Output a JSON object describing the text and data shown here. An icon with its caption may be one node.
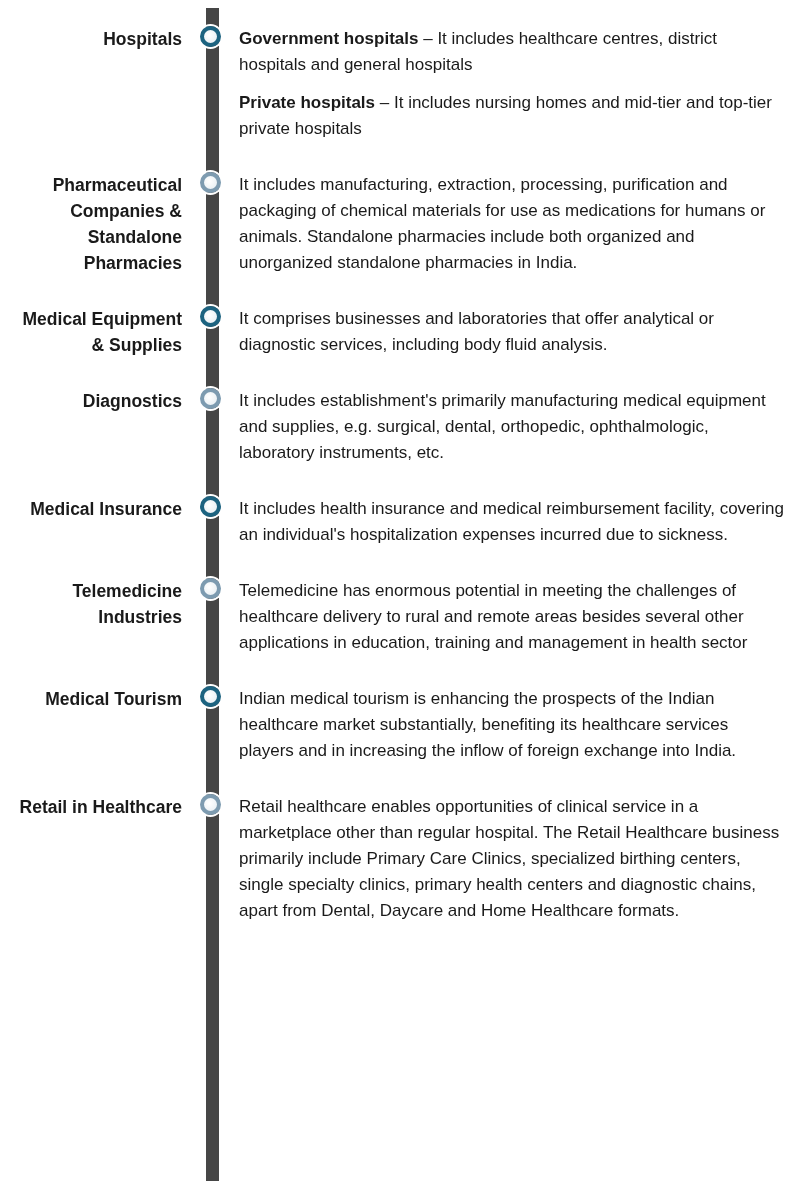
{
  "diagram": {
    "labels": [
      "Hospitals",
      "**Government hospitals** – It includes healthcare centres, district hospitals and general hospitals",
      "**Private hospitals** – It includes nursing homes and mid-tier and top-tier private hospitals",
      "Pharmaceutical Companies & Standalone Pharmacies",
      "It includes manufacturing, extraction, processing, purification and packaging of chemical materials for use as medications for humans or animals. Standalone pharmacies include both organized and unorganized standalone pharmacies in India.",
      "Medical Equipment & Supplies",
      "It comprises businesses and laboratories that offer analytical or diagnostic services, including body fluid analysis.",
      "Diagnostics",
      "It includes establishment's primarily manufacturing medical equipment and supplies, e.g. surgical, dental, orthopedic, ophthalmologic, laboratory instruments, etc.",
      "Medical Insurance",
      "It includes health insurance and medical reimbursement facility, covering an individual's hospitalization expenses incurred due to sickness.",
      "Telemedicine Industries",
      "Telemedicine has enormous potential in meeting the challenges of healthcare delivery to rural and remote areas besides several other applications in education, training and management in health sector",
      "Medical Tourism",
      "Indian medical tourism is enhancing the prospects of the Indian healthcare market substantially, benefiting its healthcare services players and in increasing the inflow of foreign exchange into India.",
      "Retail in Healthcare",
      "Retail healthcare enables opportunities of clinical service in a marketplace other than regular hospital. The Retail Healthcare business primarily include Primary Care Clinics, specialized birthing centers, single specialty clinics, primary health centers and diagnostic chains, apart from Dental, Daycare and Home Healthcare formats."
    ]
  }
}
